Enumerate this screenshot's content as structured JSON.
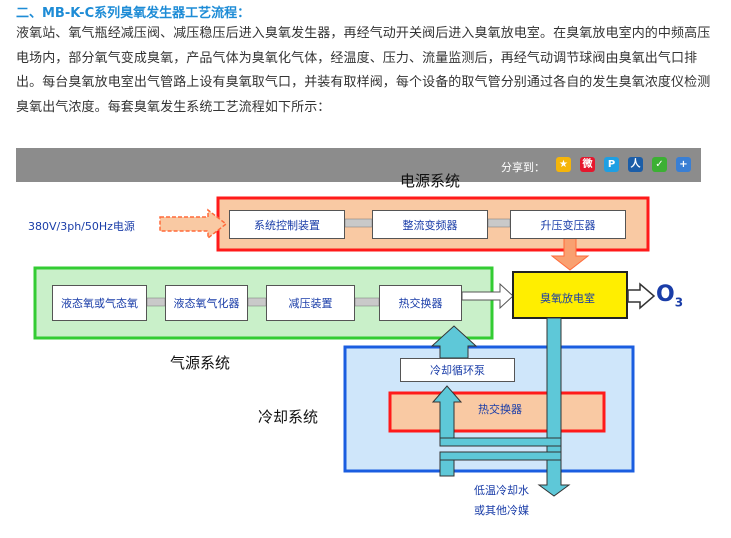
{
  "article": {
    "heading": "二、MB-K-C系列臭氧发生器工艺流程：",
    "paragraph": "液氧站、氧气瓶经减压阀、减压稳压后进入臭氧发生器，再经气动开关阀后进入臭氧放电室。在臭氧放电室内的中频高压电场内，部分氧气变成臭氧，产品气体为臭氧化气体，经温度、压力、流量监测后，再经气动调节球阀由臭氧出气口排出。每台臭氧放电室出气管路上设有臭氧取气口，并装有取样阀，每个设备的取气管分别通过各自的发生臭氧浓度仪检测臭氧出气浓度。每套臭氧发生系统工艺流程如下所示："
  },
  "share": {
    "label": "分享到：",
    "icons": [
      {
        "name": "qzone-icon",
        "glyph": "★",
        "color": "#f5b50a"
      },
      {
        "name": "weibo-icon",
        "glyph": "微",
        "color": "#e6162d"
      },
      {
        "name": "tencent-weibo-icon",
        "glyph": "P",
        "color": "#1e9fe3"
      },
      {
        "name": "renren-icon",
        "glyph": "人",
        "color": "#1c5ea8"
      },
      {
        "name": "wechat-icon",
        "glyph": "✓",
        "color": "#3cb034"
      },
      {
        "name": "more-share-icon",
        "glyph": "+",
        "color": "#3a7fd4"
      }
    ]
  },
  "diagram": {
    "power_system_label": "电源系统",
    "gas_system_label": "气源系统",
    "cooling_system_label": "冷却系统",
    "power_input": "380V/3ph/50Hz电源",
    "power_boxes": [
      "系统控制装置",
      "整流变频器",
      "升压变压器"
    ],
    "gas_boxes": [
      "液态氧或气态氧",
      "液态氧气化器",
      "减压装置",
      "热交换器"
    ],
    "discharge_chamber": "臭氧放电室",
    "output": "O",
    "output_sub": "3",
    "cooling_pump": "冷却循环泵",
    "cooling_heat_exchanger": "热交换器",
    "coolant_line1": "低温冷却水",
    "coolant_line2": "或其他冷媒",
    "colors": {
      "power_border": "#ff1a1a",
      "power_fill": "#f9c9a3",
      "gas_border": "#33cc33",
      "gas_fill": "#c9f0c9",
      "cooling_border": "#1a5de0",
      "cooling_fill": "#cfe6fa",
      "chamber_fill": "#ffee00",
      "pipe": "#5ec8d8"
    }
  }
}
